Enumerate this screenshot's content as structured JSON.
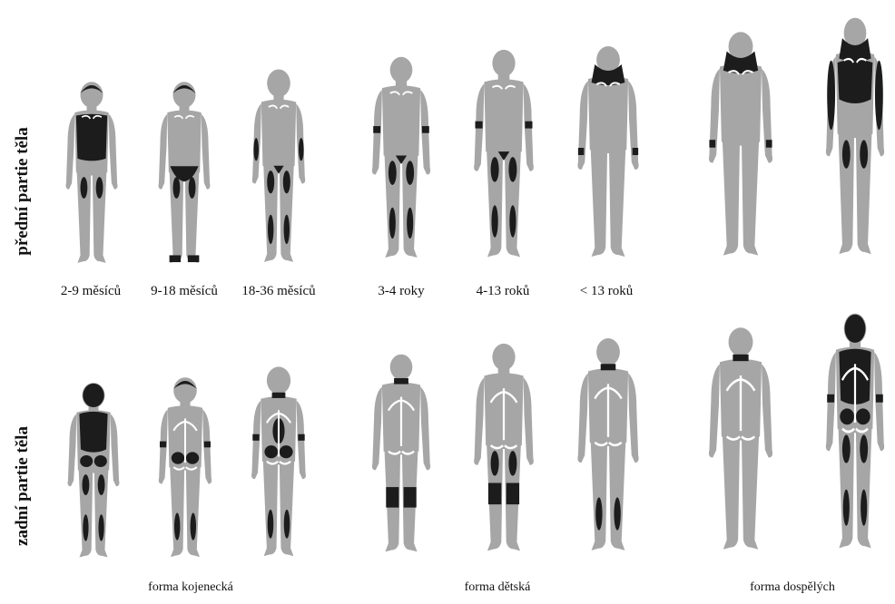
{
  "rows": {
    "front": "přední partie těla",
    "back": "zadní partie těla"
  },
  "ages": [
    "2-9 měsíců",
    "9-18 měsíců",
    "18-36 měsíců",
    "3-4 roky",
    "4-13 roků",
    "< 13 roků"
  ],
  "forms": [
    "forma kojenecká",
    "forma dětská",
    "forma dospělých"
  ],
  "colors": {
    "body": "#a6a6a6",
    "lesion": "#1c1c1c",
    "highlight": "#ffffff"
  }
}
